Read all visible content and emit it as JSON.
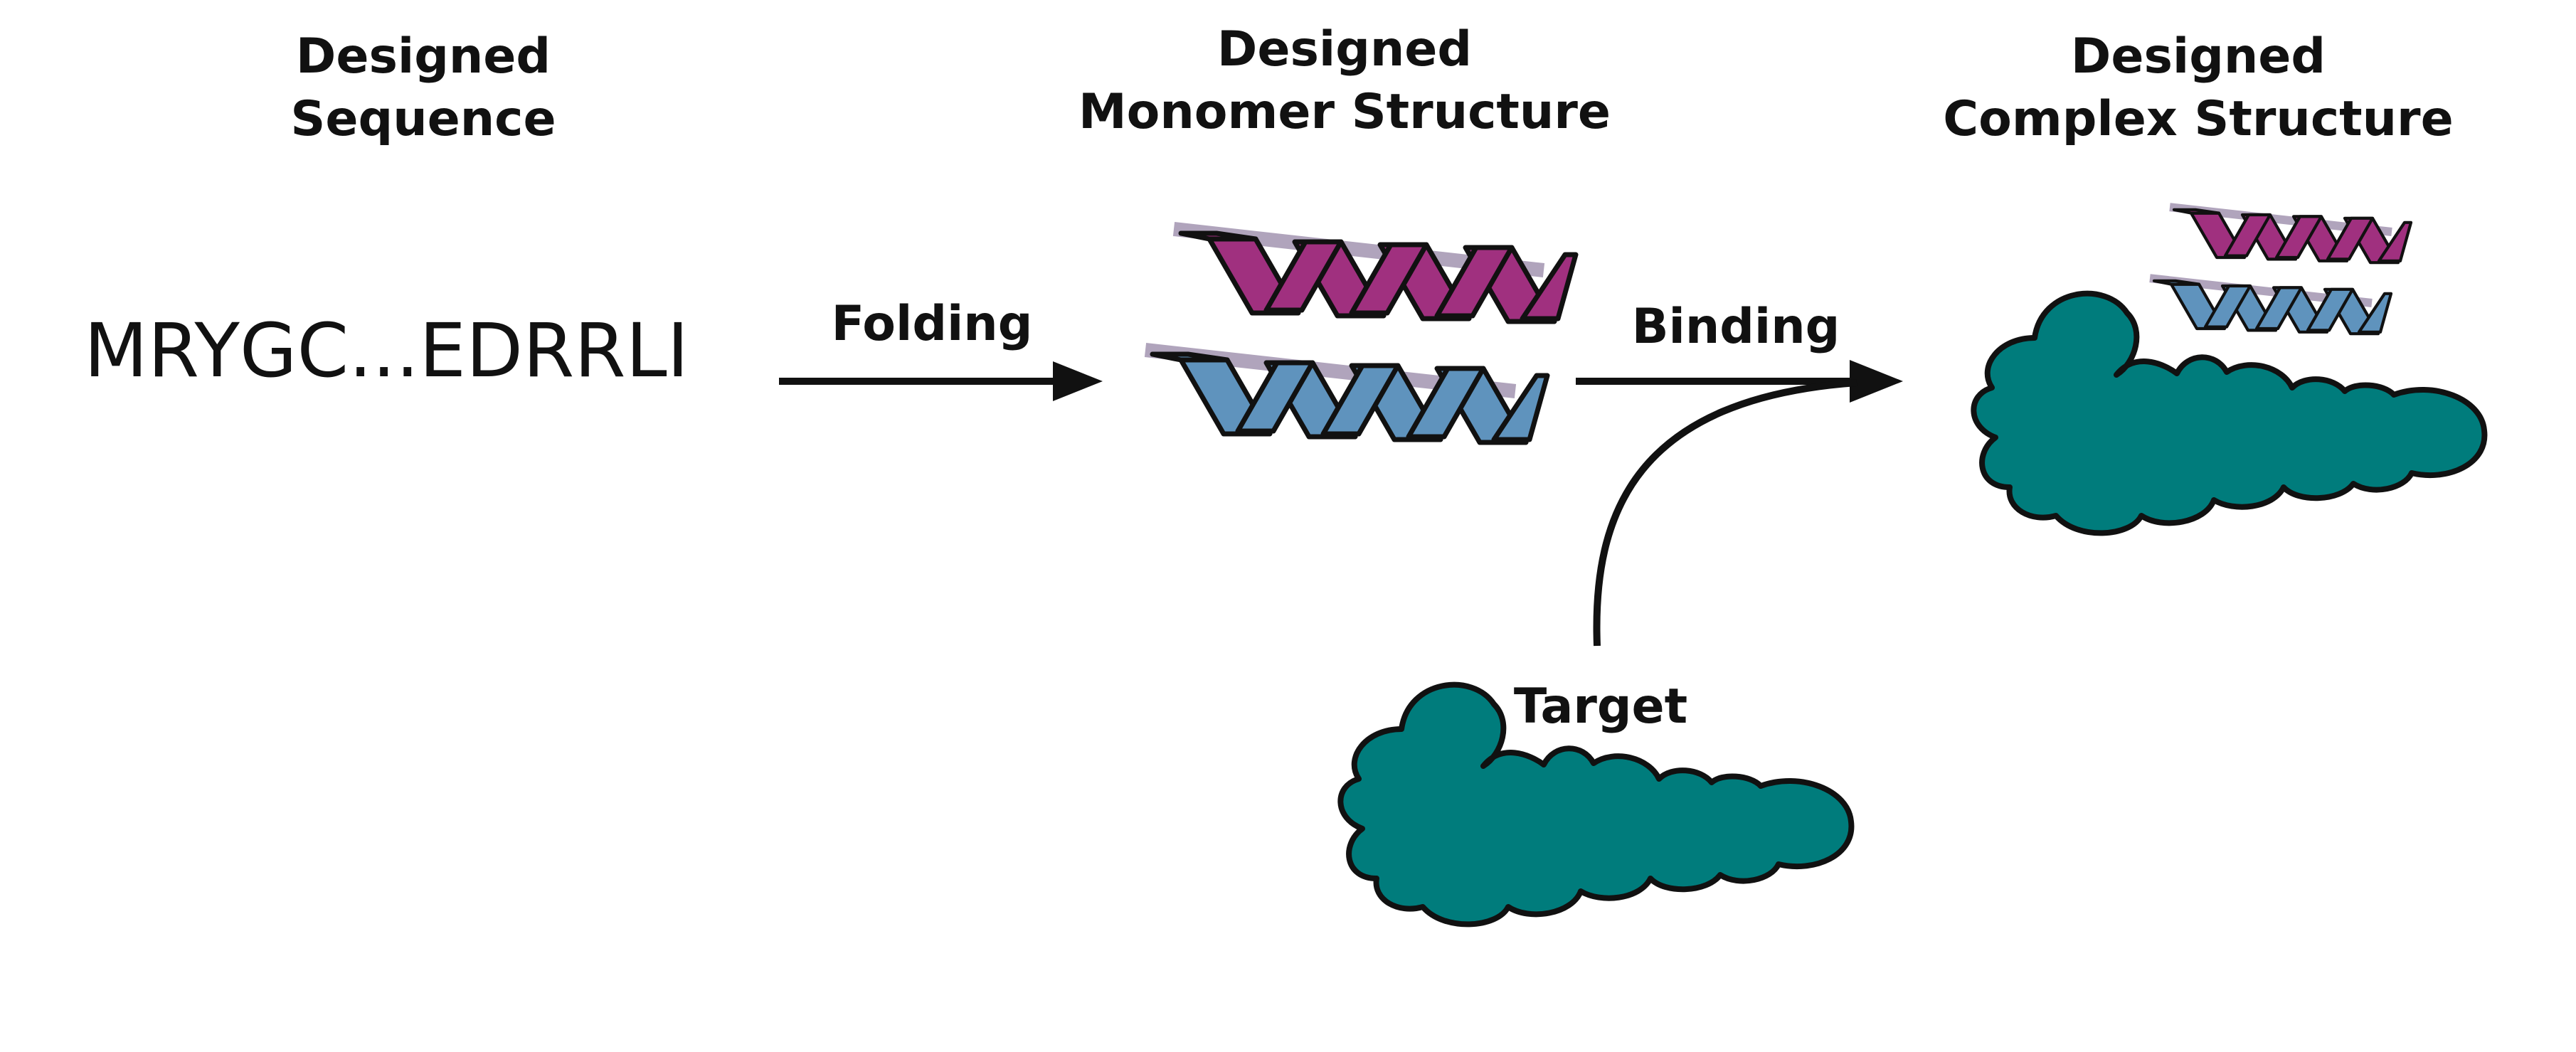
{
  "headings": {
    "sequence": {
      "line1": "Designed",
      "line2": "Sequence"
    },
    "monomer": {
      "line1": "Designed",
      "line2": "Monomer Structure"
    },
    "complex": {
      "line1": "Designed",
      "line2": "Complex Structure"
    }
  },
  "sequence_text": "MRYGC...EDRRLI",
  "arrows": {
    "folding": "Folding",
    "binding": "Binding"
  },
  "target_label": "Target",
  "colors": {
    "helix_magenta": "#a0307f",
    "helix_blue": "#5f93bd",
    "target_teal": "#007c7c",
    "outline": "#111111"
  }
}
